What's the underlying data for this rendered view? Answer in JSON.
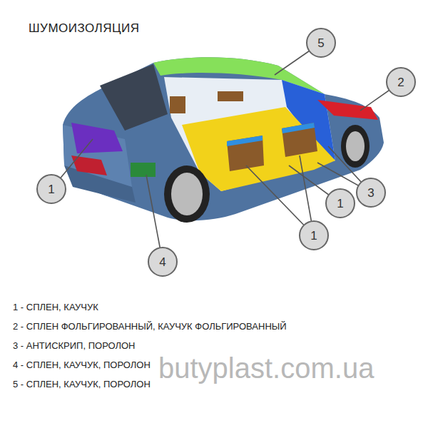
{
  "diagram": {
    "title": "ШУМОИЗОЛЯЦИЯ",
    "nodes": [
      {
        "text": [
          "5"
        ]
      },
      {
        "text": [
          "2"
        ]
      },
      {
        "text": [
          "1"
        ]
      },
      {
        "text": [
          "3"
        ]
      },
      {
        "text": [
          "1"
        ]
      },
      {
        "text": [
          "1"
        ]
      },
      {
        "text": [
          "4"
        ]
      }
    ],
    "labels": [
      "1 - СПЛЕН, КАУЧУК",
      "2 - СПЛЕН ФОЛЬГИРОВАННЫЙ, КАУЧУК ФОЛЬГИРОВАННЫЙ",
      "3 - АНТИСКРИП, ПОРОЛОН",
      "4 - СПЛЕН, КАУЧУК, ПОРОЛОН",
      "5 - СПЛЕН, КАУЧУК, ПОРОЛОН",
      "butyplast.com.ua"
    ]
  }
}
